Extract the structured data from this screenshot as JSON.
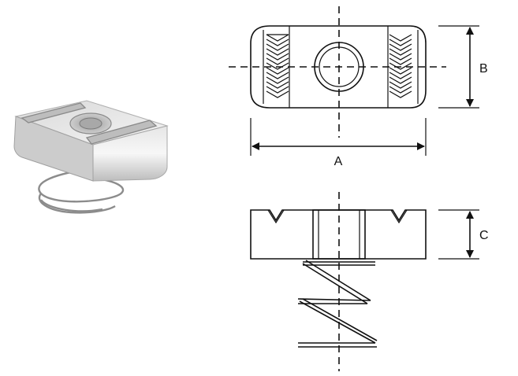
{
  "figure": {
    "dimension_labels": {
      "a": "A",
      "b": "B",
      "c": "C"
    },
    "colors": {
      "line": "#111111",
      "metal_light": "#f1f1f1",
      "metal_mid": "#cfcfcf",
      "metal_dark": "#9c9c9c",
      "spring": "#8c8c8c"
    },
    "views": [
      "isometric-view",
      "top-view",
      "side-view"
    ]
  }
}
